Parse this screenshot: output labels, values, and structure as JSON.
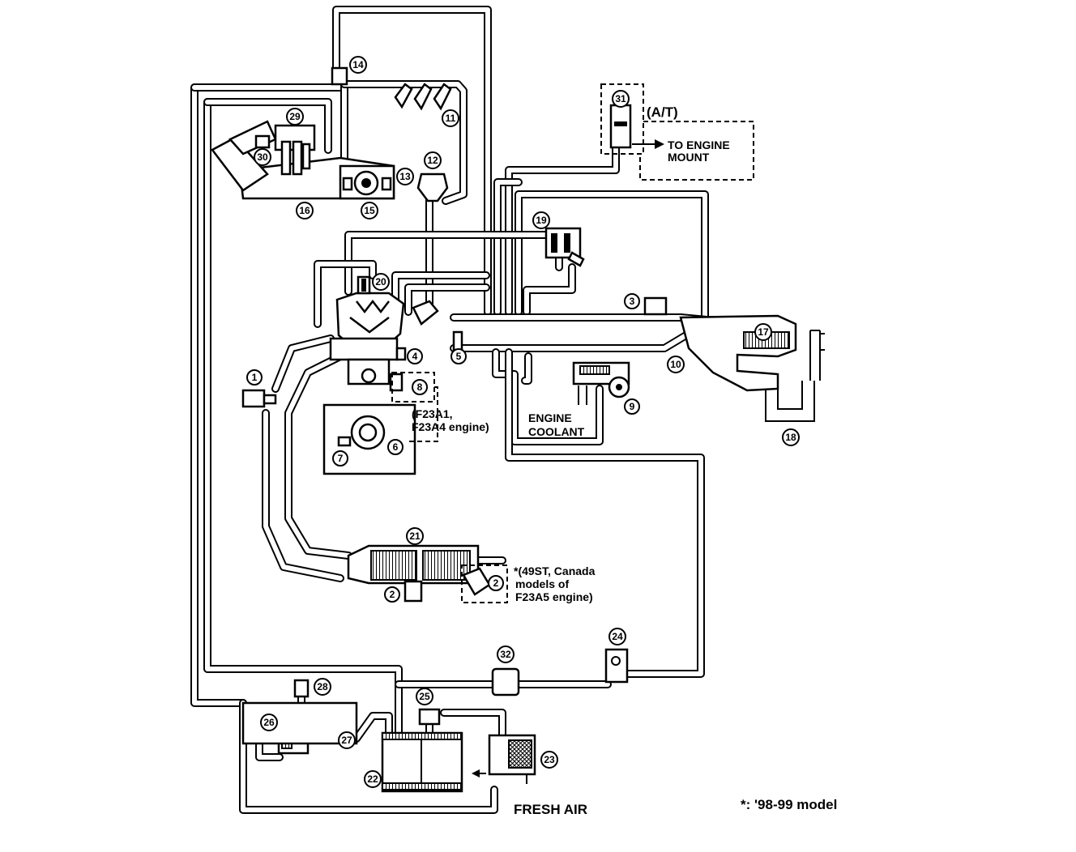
{
  "labels": {
    "at": "(A/T)",
    "to_engine_mount_1": "TO ENGINE",
    "to_engine_mount_2": "MOUNT",
    "engine_coolant_1": "ENGINE",
    "engine_coolant_2": "COOLANT",
    "engine_note_1": "(F23A1,",
    "engine_note_2": "F23A4 engine)",
    "model_note_1": "*(49ST, Canada",
    "model_note_2": "models of",
    "model_note_3": "F23A5 engine)",
    "fresh_air": "FRESH AIR",
    "footnote": "*: '98-99 model"
  },
  "callouts": [
    {
      "num": "1"
    },
    {
      "num": "2"
    },
    {
      "num": "2"
    },
    {
      "num": "3"
    },
    {
      "num": "4"
    },
    {
      "num": "5"
    },
    {
      "num": "6"
    },
    {
      "num": "7"
    },
    {
      "num": "8"
    },
    {
      "num": "9"
    },
    {
      "num": "10"
    },
    {
      "num": "11"
    },
    {
      "num": "12"
    },
    {
      "num": "13"
    },
    {
      "num": "14"
    },
    {
      "num": "15"
    },
    {
      "num": "16"
    },
    {
      "num": "17"
    },
    {
      "num": "18"
    },
    {
      "num": "19"
    },
    {
      "num": "20"
    },
    {
      "num": "21"
    },
    {
      "num": "22"
    },
    {
      "num": "23"
    },
    {
      "num": "24"
    },
    {
      "num": "25"
    },
    {
      "num": "26"
    },
    {
      "num": "27"
    },
    {
      "num": "28"
    },
    {
      "num": "29"
    },
    {
      "num": "30"
    },
    {
      "num": "31"
    },
    {
      "num": "32"
    }
  ]
}
